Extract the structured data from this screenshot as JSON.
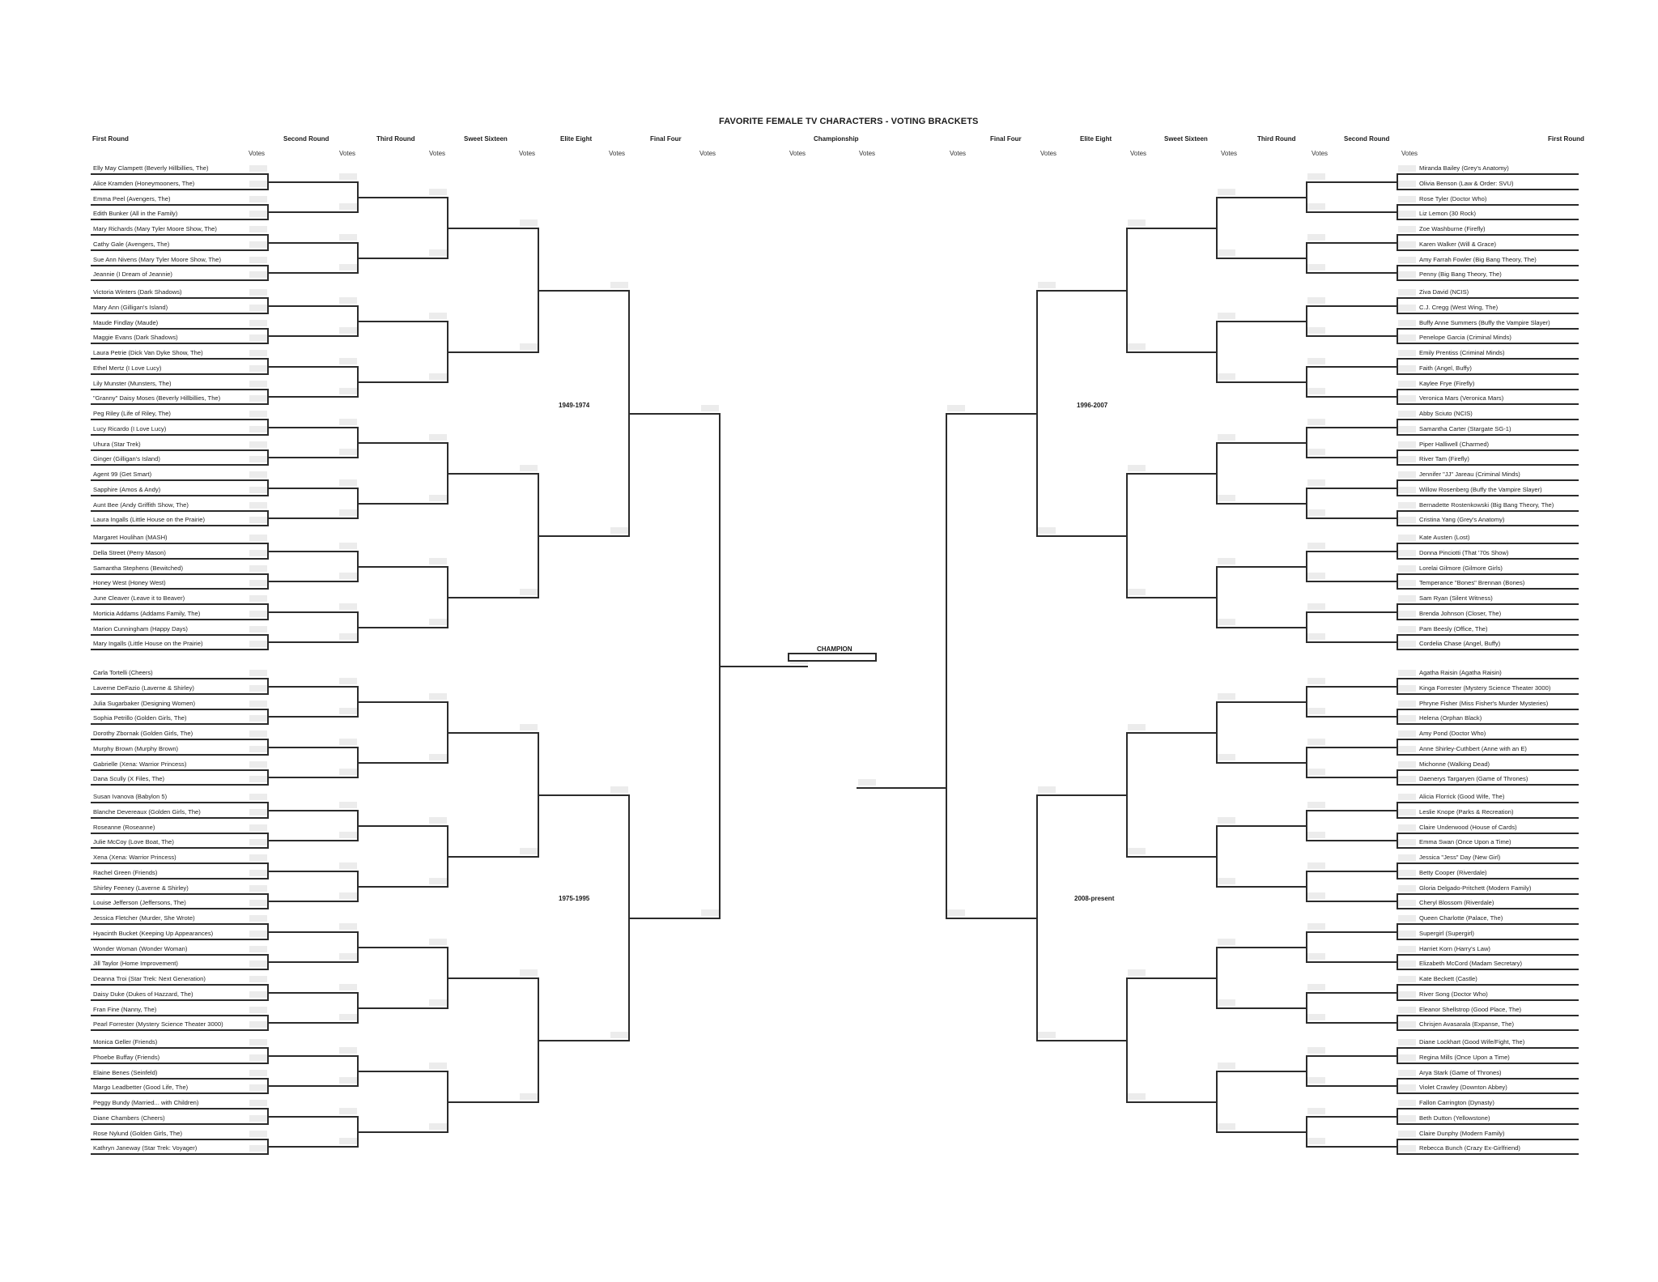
{
  "title": "FAVORITE FEMALE TV CHARACTERS - VOTING BRACKETS",
  "round_headers": {
    "left": [
      "First Round",
      "Second Round",
      "Third Round",
      "Sweet Sixteen",
      "Elite Eight",
      "Final Four"
    ],
    "center": "Championship",
    "right": [
      "Final Four",
      "Elite Eight",
      "Sweet Sixteen",
      "Third Round",
      "Second Round",
      "First Round"
    ]
  },
  "votes_label": "Votes",
  "champion_label": "CHAMPION",
  "regions": {
    "top_left": "1949-1974",
    "bottom_left": "1975-1995",
    "top_right": "1996-2007",
    "bottom_right": "2008-present"
  },
  "left_entries": [
    "Elly May Clampett (Beverly Hillbillies, The)",
    "Alice Kramden (Honeymooners, The)",
    "Emma Peel (Avengers, The)",
    "Edith Bunker (All in the Family)",
    "Mary Richards (Mary Tyler Moore Show, The)",
    "Cathy Gale (Avengers, The)",
    "Sue Ann Nivens (Mary Tyler Moore Show, The)",
    "Jeannie (I Dream of Jeannie)",
    "Victoria Winters (Dark Shadows)",
    "Mary Ann (Gilligan's Island)",
    "Maude Findlay (Maude)",
    "Maggie Evans (Dark Shadows)",
    "Laura Petrie (Dick Van Dyke Show, The)",
    "Ethel Mertz (I Love Lucy)",
    "Lily Munster (Munsters, The)",
    "\"Granny\" Daisy Moses (Beverly Hillbillies, The)",
    "Peg Riley (Life of Riley, The)",
    "Lucy Ricardo (I Love Lucy)",
    "Uhura (Star Trek)",
    "Ginger (Gilligan's Island)",
    "Agent 99 (Get Smart)",
    "Sapphire (Amos & Andy)",
    "Aunt Bee (Andy Griffith Show, The)",
    "Laura Ingalls (Little House on the Prairie)",
    "Margaret Houlihan (MASH)",
    "Della Street (Perry Mason)",
    "Samantha Stephens (Bewitched)",
    "Honey West (Honey West)",
    "June Cleaver (Leave it to Beaver)",
    "Morticia Addams (Addams Family, The)",
    "Marion Cunningham (Happy Days)",
    "Mary Ingalls (Little House on the Prairie)",
    "Carla Tortelli (Cheers)",
    "Laverne DeFazio (Laverne & Shirley)",
    "Julia Sugarbaker (Designing Women)",
    "Sophia Petrillo (Golden Girls, The)",
    "Dorothy Zbornak (Golden Girls, The)",
    "Murphy Brown (Murphy Brown)",
    "Gabrielle (Xena: Warrior Princess)",
    "Dana Scully (X Files, The)",
    "Susan Ivanova (Babylon 5)",
    "Blanche Devereaux (Golden Girls, The)",
    "Roseanne (Roseanne)",
    "Julie McCoy (Love Boat, The)",
    "Xena (Xena: Warrior Princess)",
    "Rachel Green (Friends)",
    "Shirley Feeney (Laverne & Shirley)",
    "Louise Jefferson (Jeffersons, The)",
    "Jessica Fletcher (Murder, She Wrote)",
    "Hyacinth Bucket (Keeping Up Appearances)",
    "Wonder Woman (Wonder Woman)",
    "Jill Taylor (Home Improvement)",
    "Deanna Troi (Star Trek: Next Generation)",
    "Daisy Duke (Dukes of Hazzard, The)",
    "Fran Fine (Nanny, The)",
    "Pearl Forrester (Mystery Science Theater 3000)",
    "Monica Geller (Friends)",
    "Phoebe Buffay (Friends)",
    "Elaine Benes (Seinfeld)",
    "Margo Leadbetter (Good Life, The)",
    "Peggy Bundy (Married... with Children)",
    "Diane Chambers (Cheers)",
    "Rose Nylund (Golden Girls, The)",
    "Kathryn Janeway (Star Trek: Voyager)"
  ],
  "right_entries": [
    "Miranda Bailey (Grey's Anatomy)",
    "Olivia Benson (Law & Order: SVU)",
    "Rose Tyler (Doctor Who)",
    "Liz Lemon (30 Rock)",
    "Zoe Washburne (Firefly)",
    "Karen Walker (Will & Grace)",
    "Amy Farrah Fowler (Big Bang Theory, The)",
    "Penny (Big Bang Theory, The)",
    "Ziva David (NCIS)",
    "C.J. Cregg (West Wing, The)",
    "Buffy Anne Summers (Buffy the Vampire Slayer)",
    "Penelope Garcia (Criminal Minds)",
    "Emily Prentiss (Criminal Minds)",
    "Faith (Angel, Buffy)",
    "Kaylee Frye (Firefly)",
    "Veronica Mars (Veronica Mars)",
    "Abby Sciuto (NCIS)",
    "Samantha Carter (Stargate SG-1)",
    "Piper Halliwell (Charmed)",
    "River Tam (Firefly)",
    "Jennifer \"JJ\" Jareau (Criminal Minds)",
    "Willow Rosenberg (Buffy the Vampire Slayer)",
    "Bernadette Rostenkowski (Big Bang Theory, The)",
    "Cristina Yang (Grey's Anatomy)",
    "Kate Austen (Lost)",
    "Donna Pinciotti (That '70s Show)",
    "Lorelai Gilmore (Gilmore Girls)",
    "Temperance \"Bones\" Brennan (Bones)",
    "Sam Ryan (Silent Witness)",
    "Brenda Johnson (Closer, The)",
    "Pam Beesly (Office, The)",
    "Cordelia Chase (Angel, Buffy)",
    "Agatha Raisin (Agatha Raisin)",
    "Kinga Forrester (Mystery Science Theater 3000)",
    "Phryne Fisher (Miss Fisher's Murder Mysteries)",
    "Helena (Orphan Black)",
    "Amy Pond (Doctor Who)",
    "Anne Shirley-Cuthbert (Anne with an E)",
    "Michonne (Walking Dead)",
    "Daenerys Targaryen (Game of Thrones)",
    "Alicia Florrick (Good Wife, The)",
    "Leslie Knope (Parks & Recreation)",
    "Claire Underwood (House of Cards)",
    "Emma Swan (Once Upon a Time)",
    "Jessica \"Jess\" Day (New Girl)",
    "Betty Cooper (Riverdale)",
    "Gloria Delgado-Pritchett (Modern Family)",
    "Cheryl Blossom (Riverdale)",
    "Queen Charlotte (Palace, The)",
    "Supergirl (Supergirl)",
    "Harriet Korn (Harry's Law)",
    "Elizabeth McCord (Madam Secretary)",
    "Kate Beckett (Castle)",
    "River Song (Doctor Who)",
    "Eleanor Shellstrop (Good Place, The)",
    "Chrisjen Avasarala (Expanse, The)",
    "Diane Lockhart (Good Wife/Fight, The)",
    "Regina Mills (Once Upon a Time)",
    "Arya Stark (Game of Thrones)",
    "Violet Crawley (Downton Abbey)",
    "Fallon Carrington (Dynasty)",
    "Beth Dutton (Yellowstone)",
    "Claire Dunphy (Modern Family)",
    "Rebecca Bunch (Crazy Ex-Girlfriend)"
  ]
}
